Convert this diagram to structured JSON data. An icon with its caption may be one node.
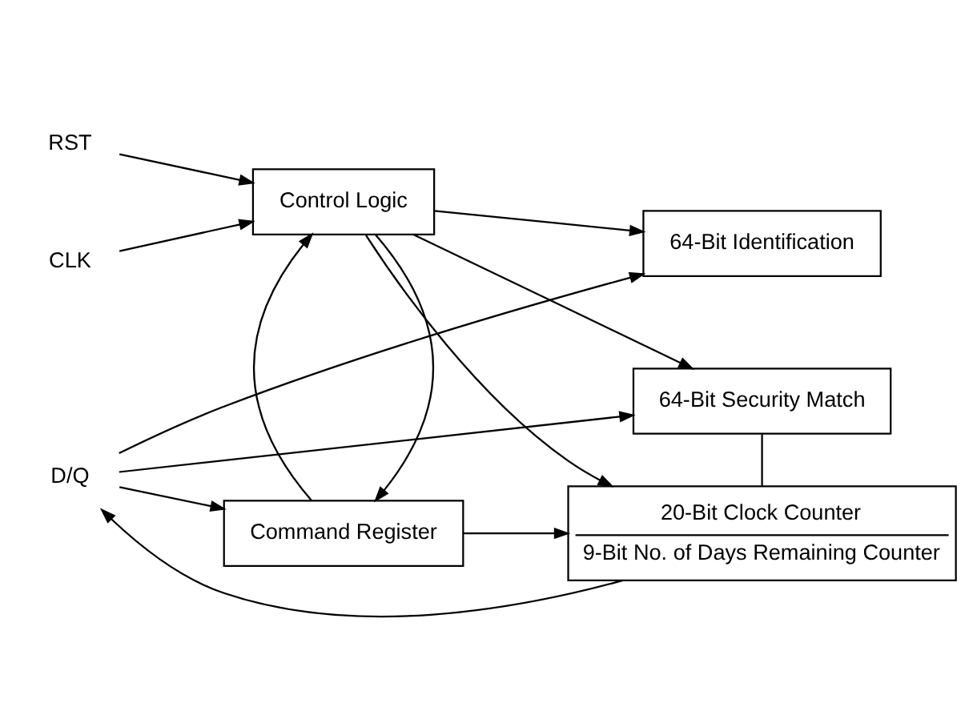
{
  "diagram": {
    "nodes": [
      {
        "text": [
          "D/Q"
        ]
      },
      {
        "text": [
          "CLK"
        ]
      },
      {
        "text": [
          "RST"
        ]
      },
      {
        "text": [
          "Control Logic"
        ]
      },
      {
        "text": [
          "64-Bit Identification"
        ]
      },
      {
        "text": [
          "64-Bit Security Match"
        ]
      },
      {
        "text": [
          "20-Bit Clock Counter",
          "9-Bit No. of Days Remaining Counter"
        ]
      },
      {
        "text": [
          "Command Register"
        ]
      }
    ],
    "edges": [
      {
        "from": 1,
        "to": 3,
        "arrow": "to"
      },
      {
        "from": 2,
        "to": 3,
        "arrow": "to"
      },
      {
        "from": 3,
        "to": 4,
        "arrow": "to"
      },
      {
        "from": 3,
        "to": 5,
        "arrow": "to"
      },
      {
        "from": 3,
        "to": 6,
        "arrow": "to"
      },
      {
        "from": 3,
        "to": 7,
        "arrow": "to"
      },
      {
        "from": 7,
        "to": 3,
        "arrow": "to"
      },
      {
        "from": 7,
        "to": 6,
        "arrow": "to"
      },
      {
        "from": 5,
        "to": 6,
        "arrow": "none"
      },
      {
        "from": 0,
        "to": 4,
        "arrow": "to"
      },
      {
        "from": 0,
        "to": 5,
        "arrow": "to"
      },
      {
        "from": 6,
        "to": 0,
        "arrow": "to"
      },
      {
        "from": 0,
        "to": 7,
        "arrow": "to"
      }
    ]
  }
}
